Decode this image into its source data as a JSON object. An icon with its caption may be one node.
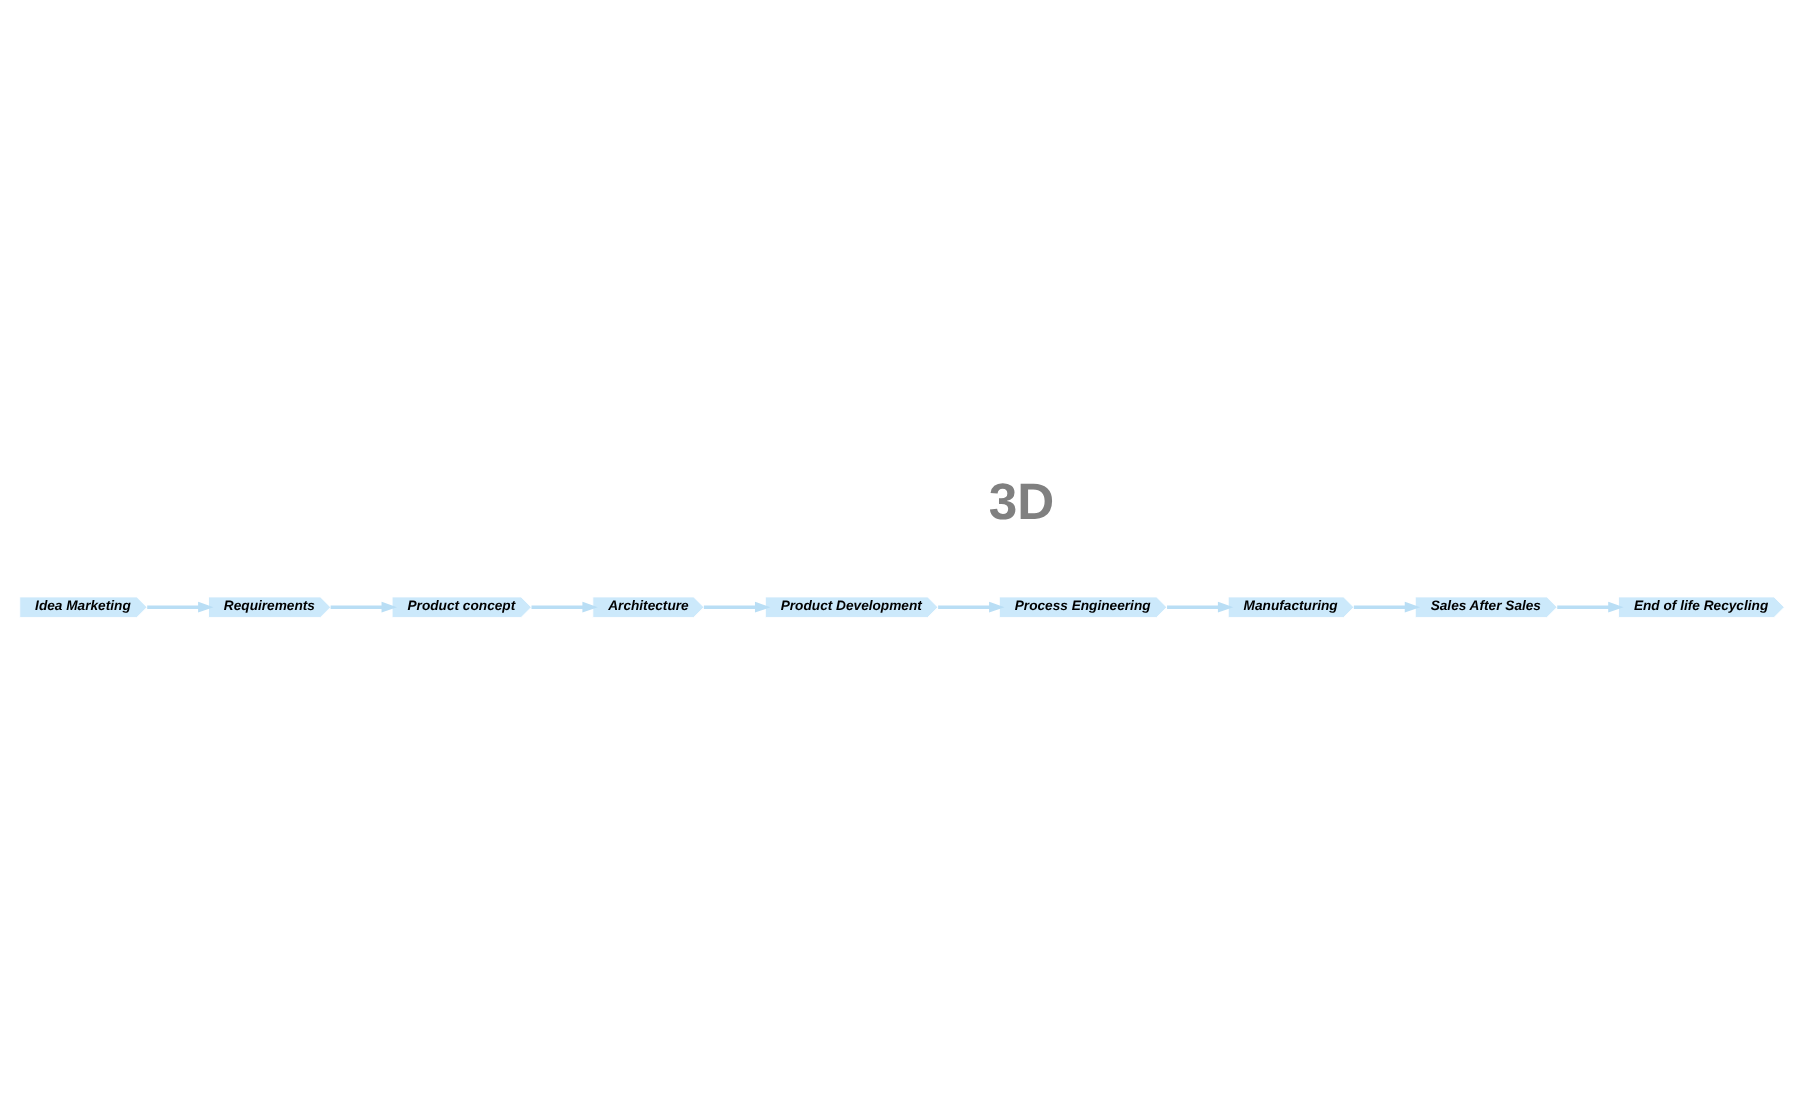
{
  "diagram": {
    "nodes": [
      {
        "text": [
          "Idea Marketing"
        ]
      },
      {
        "text": [
          "Requirements"
        ]
      },
      {
        "text": [
          "Product concept"
        ]
      },
      {
        "text": [
          "Architecture"
        ]
      },
      {
        "text": [
          "Product Development"
        ]
      },
      {
        "text": [
          "Process Engineering"
        ]
      },
      {
        "text": [
          "Manufacturing"
        ]
      },
      {
        "text": [
          "Sales After Sales"
        ]
      },
      {
        "text": [
          "End of life Recycling"
        ]
      }
    ],
    "edges": [
      {
        "from": 0,
        "to": 1,
        "arrow": "to"
      },
      {
        "from": 1,
        "to": 2,
        "arrow": "to"
      },
      {
        "from": 2,
        "to": 3,
        "arrow": "to"
      },
      {
        "from": 3,
        "to": 4,
        "arrow": "to"
      },
      {
        "from": 4,
        "to": 5,
        "arrow": "to"
      },
      {
        "from": 5,
        "to": 6,
        "arrow": "to"
      },
      {
        "from": 6,
        "to": 7,
        "arrow": "to"
      },
      {
        "from": 7,
        "to": 8,
        "arrow": "to"
      }
    ],
    "labels": [
      "3D"
    ]
  }
}
